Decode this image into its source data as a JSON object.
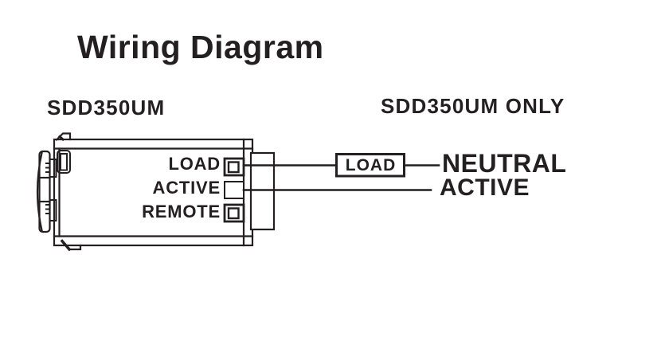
{
  "page": {
    "title": "Wiring Diagram",
    "background": "#ffffff",
    "ink": "#241f21"
  },
  "device_section": {
    "heading": "SDD350UM",
    "terminals": [
      {
        "label": "LOAD"
      },
      {
        "label": "ACTIVE"
      },
      {
        "label": "REMOTE"
      }
    ]
  },
  "wiring_section": {
    "heading": "SDD350UM ONLY",
    "load_box_label": "LOAD",
    "neutral_label": "NEUTRAL",
    "active_label": "ACTIVE"
  }
}
